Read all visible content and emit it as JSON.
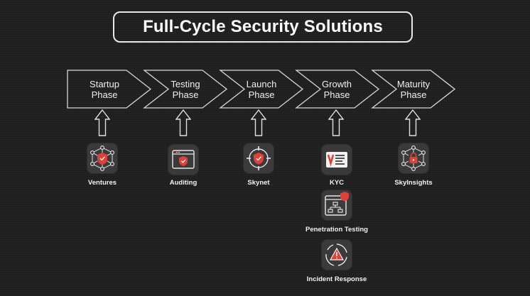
{
  "title": "Full-Cycle Security Solutions",
  "phases": [
    {
      "line1": "Startup",
      "line2": "Phase"
    },
    {
      "line1": "Testing",
      "line2": "Phase"
    },
    {
      "line1": "Launch",
      "line2": "Phase"
    },
    {
      "line1": "Growth",
      "line2": "Phase"
    },
    {
      "line1": "Maturity",
      "line2": "Phase"
    }
  ],
  "tools": {
    "ventures": "Ventures",
    "auditing": "Auditing",
    "skynet": "Skynet",
    "kyc": "KYC",
    "penetration_testing": "Penetration Testing",
    "incident_response": "Incident Response",
    "skyinsights": "SkyInsights"
  },
  "colors": {
    "background": "#1e1e1e",
    "accent_red": "#e0403a",
    "icon_tile": "#3a3a3a",
    "outline": "#e8e8e8"
  },
  "icons": {
    "ventures": "network-shield-icon",
    "auditing": "browser-shield-icon",
    "skynet": "target-shield-icon",
    "kyc": "id-card-icon",
    "penetration_testing": "hierarchy-shield-icon",
    "incident_response": "warning-cycle-icon",
    "skyinsights": "network-lock-icon"
  }
}
